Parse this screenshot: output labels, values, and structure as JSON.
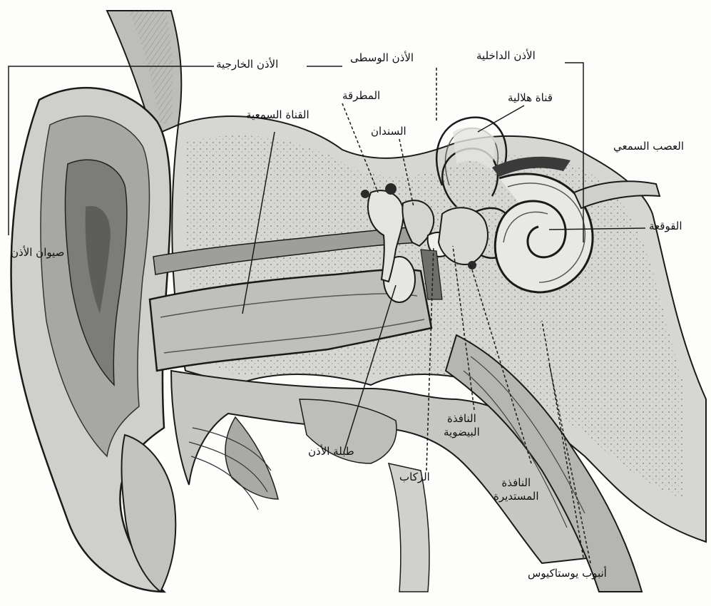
{
  "diagram": {
    "labels": {
      "outer_ear": "الأذن الخارجية",
      "middle_ear": "الأذن الوسطى",
      "inner_ear": "الأذن الداخلية",
      "malleus": "المطرقة",
      "incus": "السندان",
      "ear_canal": "القناة السمعية",
      "semicircular_canal": "قناة هلالية",
      "auditory_nerve": "العصب السمعي",
      "cochlea": "القوقعة",
      "pinna": "صيوان الأذن",
      "eardrum": "طبلة الأذن",
      "stapes": "الركاب",
      "oval_window_1": "النافذة",
      "oval_window_2": "البيضوية",
      "round_window_1": "النافذة",
      "round_window_2": "المستديرة",
      "eustachian_tube": "أنبوب يوستاكيوس"
    },
    "colors": {
      "ink": "#1a1a1a",
      "tissue": "#cfcfcc",
      "bone": "#e4e4e1",
      "shadow": "#8a8a87",
      "paper": "#fdfdfc"
    }
  }
}
